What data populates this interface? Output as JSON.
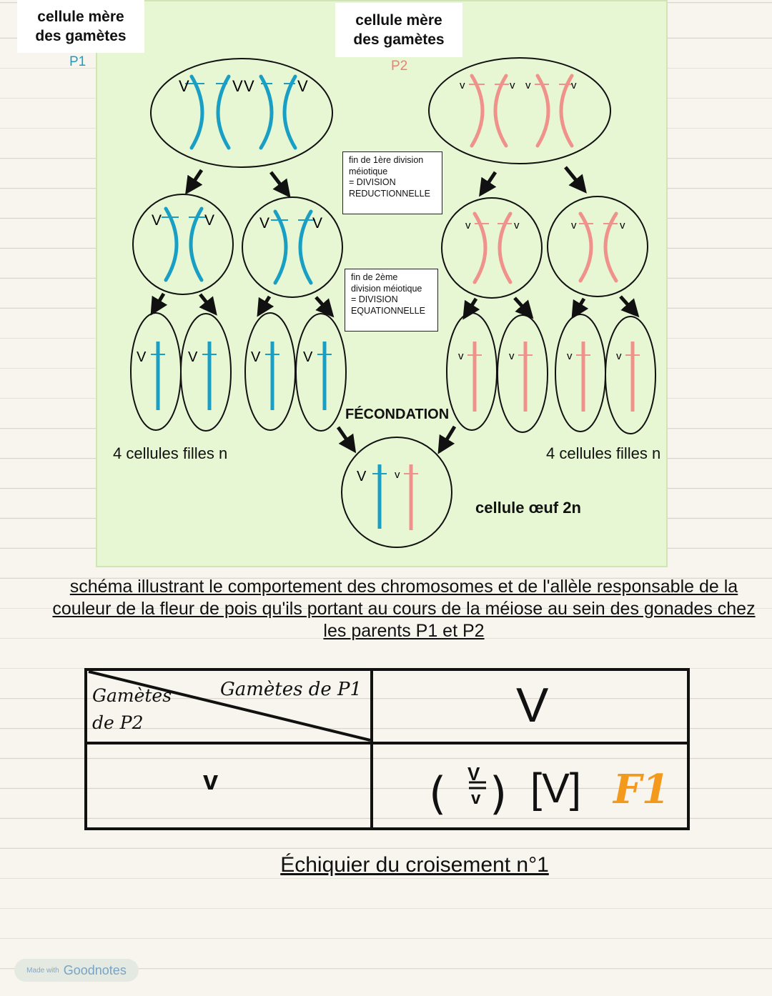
{
  "labels": {
    "mother_cell_p1": "cellule mère\ndes gamètes",
    "mother_cell_p2": "cellule mère\ndes gamètes",
    "parent_p1": "P1",
    "parent_p2": "P2",
    "division1": "fin de 1ère division\nméiotique\n= DIVISION\nREDUCTIONNELLE",
    "division2": "fin de 2ème\ndivision méiotique\n= DIVISION\nEQUATIONNELLE",
    "fecondation": "FÉCONDATION",
    "daughters_left": "4 cellules filles n",
    "daughters_right": "4 cellules filles n",
    "zygote": "cellule œuf 2n"
  },
  "alleles": {
    "p1": "V",
    "p2": "v"
  },
  "caption": "schéma illustrant le comportement des chromosomes et de l'allèle responsable de la couleur de la fleur de pois qu'ils portant au cours de la méiose au sein des gonades chez les parents P1 et P2",
  "board": {
    "header_row_label": "Gamètes de P2",
    "header_col_label": "Gamètes de P1",
    "col_gamete": "V",
    "row_gamete": "v",
    "genotype_top": "V",
    "genotype_bottom": "v",
    "phenotype": "[V]",
    "generation": "F1",
    "title": "Échiquier du croisement n°1"
  },
  "colors": {
    "p1_chromosome": "#1a9fc4",
    "p2_chromosome": "#f0928c",
    "background_panel": "#e7f6d3",
    "parent_p1_label": "#1a9fc4",
    "parent_p2_label": "#f07f73",
    "f1_label": "#f39a1d"
  },
  "footer": {
    "made_with": "Made with",
    "brand": "Goodnotes"
  }
}
